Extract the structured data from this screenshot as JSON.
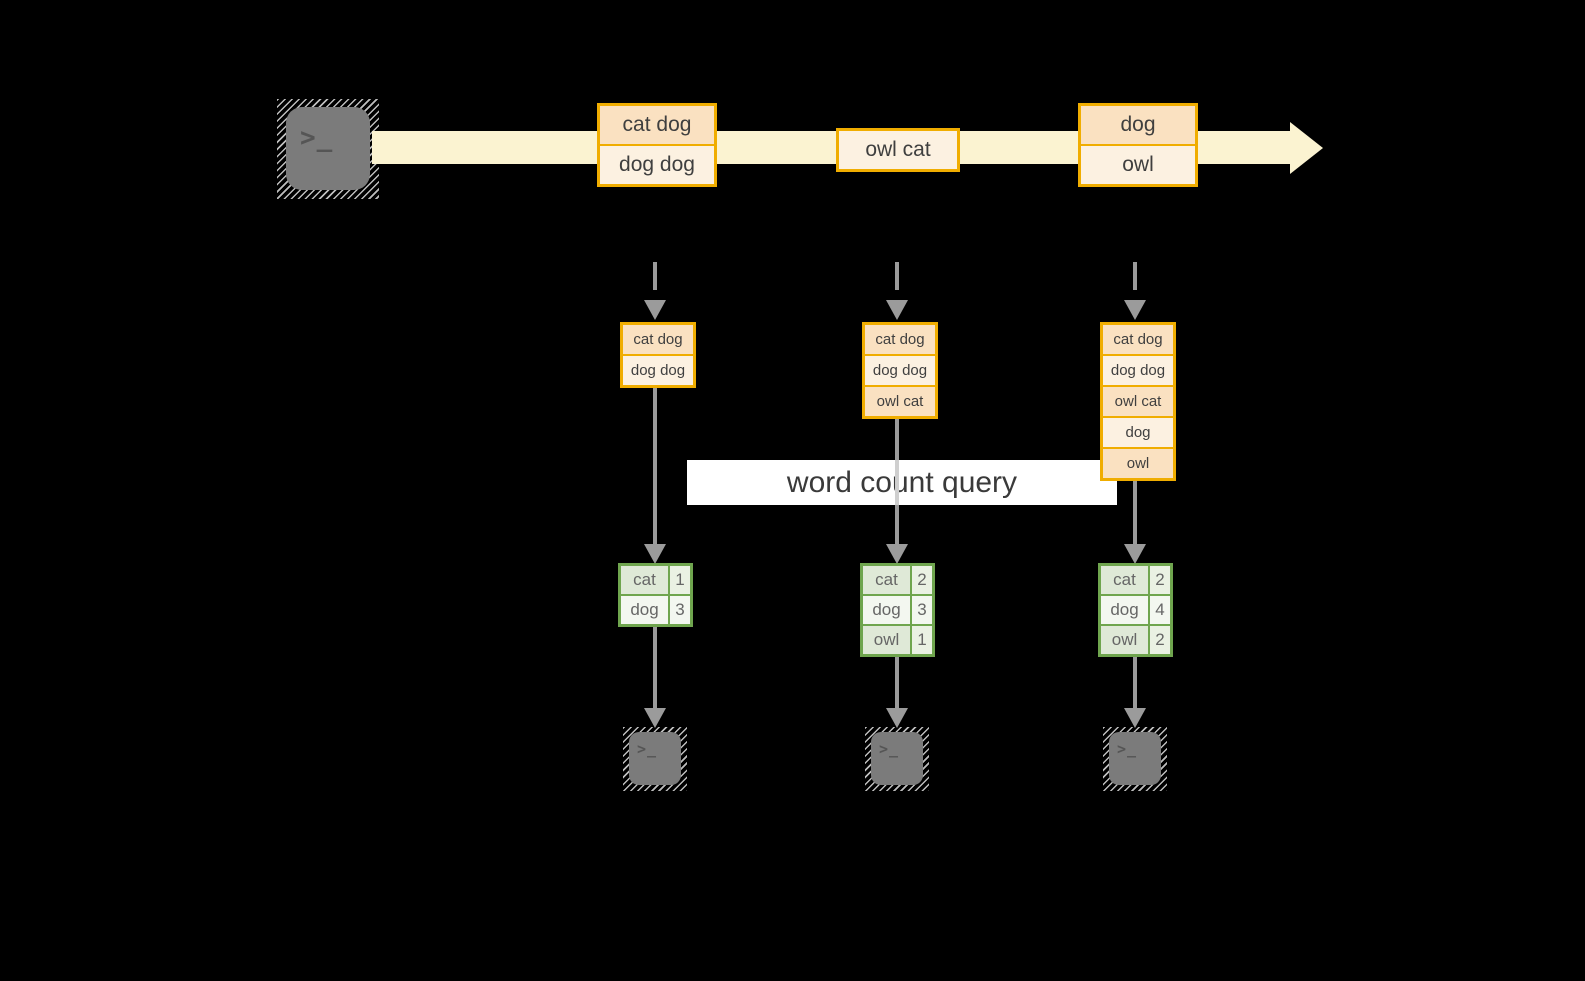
{
  "diagram": {
    "query_label": "word count query",
    "terminal_glyph": ">_",
    "colors": {
      "background": "#000000",
      "stream_fill": "#fbf3d1",
      "box_border_gold": "#f0ad00",
      "box_fill_dark": "#fae1c1",
      "box_fill_light": "#fcf1e1",
      "arrow_gray": "#9b9b9b",
      "banner_bg": "#ffffff",
      "table_border_green": "#6fa54e",
      "table_fill_dark": "#dfe9d7",
      "table_fill_light": "#f3f7f0",
      "text_dark": "#3f3f3f"
    },
    "stream": {
      "batches": [
        {
          "items": [
            "cat dog",
            "dog dog"
          ]
        },
        {
          "items": [
            "owl cat"
          ]
        },
        {
          "items": [
            "dog",
            "owl"
          ]
        }
      ]
    },
    "columns": [
      {
        "state": [
          "cat dog",
          "dog dog"
        ],
        "counts": [
          {
            "word": "cat",
            "count": "1"
          },
          {
            "word": "dog",
            "count": "3"
          }
        ]
      },
      {
        "state": [
          "cat dog",
          "dog dog",
          "owl cat"
        ],
        "counts": [
          {
            "word": "cat",
            "count": "2"
          },
          {
            "word": "dog",
            "count": "3"
          },
          {
            "word": "owl",
            "count": "1"
          }
        ]
      },
      {
        "state": [
          "cat dog",
          "dog dog",
          "owl cat",
          "dog",
          "owl"
        ],
        "counts": [
          {
            "word": "cat",
            "count": "2"
          },
          {
            "word": "dog",
            "count": "4"
          },
          {
            "word": "owl",
            "count": "2"
          }
        ]
      }
    ]
  }
}
